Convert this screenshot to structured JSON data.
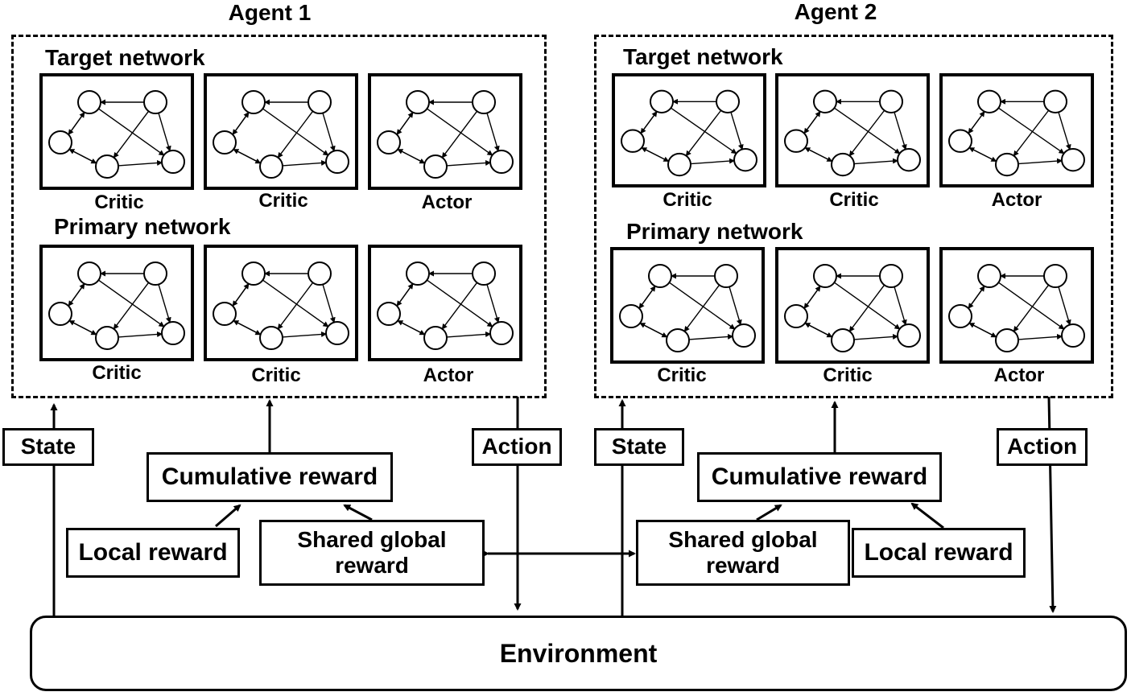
{
  "agents": [
    {
      "title": "Agent 1",
      "target": {
        "title": "Target network",
        "labels": [
          "Critic",
          "Critic",
          "Actor"
        ]
      },
      "primary": {
        "title": "Primary network",
        "labels": [
          "Critic",
          "Critic",
          "Actor"
        ]
      },
      "state": "State",
      "action": "Action",
      "cumulative": "Cumulative reward",
      "local": "Local reward",
      "shared": "Shared global reward"
    },
    {
      "title": "Agent 2",
      "target": {
        "title": "Target network",
        "labels": [
          "Critic",
          "Critic",
          "Actor"
        ]
      },
      "primary": {
        "title": "Primary network",
        "labels": [
          "Critic",
          "Critic",
          "Actor"
        ]
      },
      "state": "State",
      "action": "Action",
      "cumulative": "Cumulative reward",
      "local": "Local reward",
      "shared": "Shared global reward"
    }
  ],
  "environment": "Environment"
}
